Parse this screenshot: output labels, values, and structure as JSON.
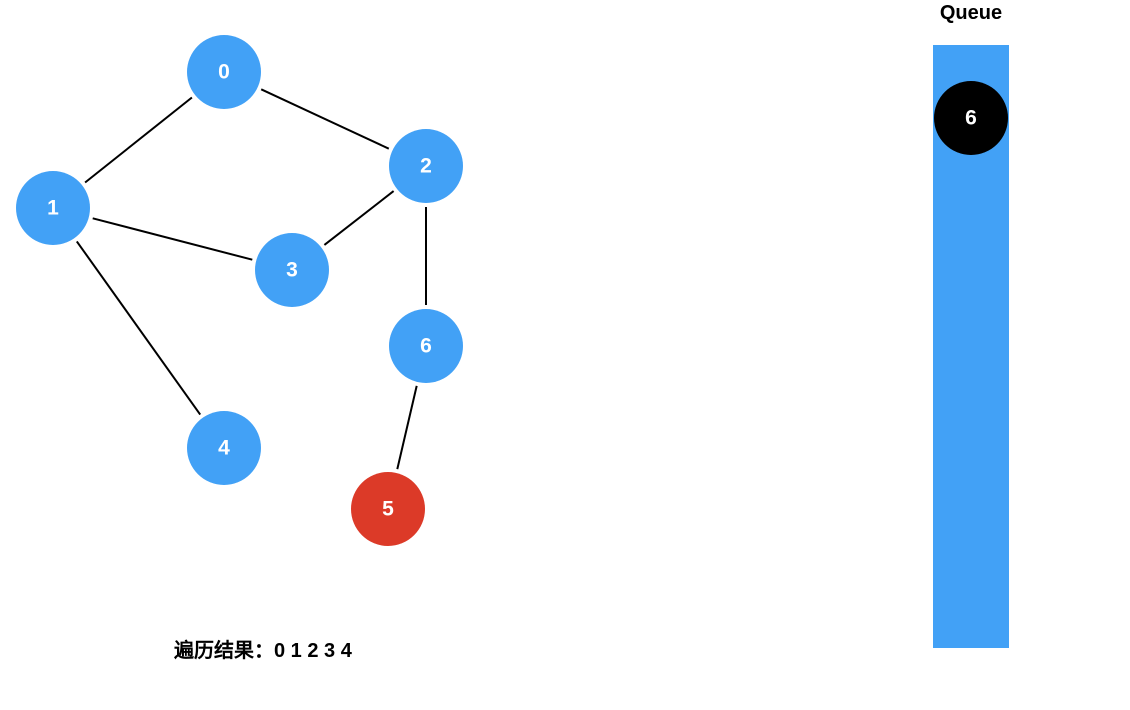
{
  "graph": {
    "nodes": [
      {
        "id": "0",
        "state": "default"
      },
      {
        "id": "1",
        "state": "default"
      },
      {
        "id": "2",
        "state": "default"
      },
      {
        "id": "3",
        "state": "default"
      },
      {
        "id": "4",
        "state": "default"
      },
      {
        "id": "5",
        "state": "current"
      },
      {
        "id": "6",
        "state": "default"
      }
    ],
    "edges": [
      [
        "0",
        "1"
      ],
      [
        "0",
        "2"
      ],
      [
        "1",
        "3"
      ],
      [
        "1",
        "4"
      ],
      [
        "2",
        "3"
      ],
      [
        "2",
        "6"
      ],
      [
        "6",
        "5"
      ]
    ]
  },
  "queue": {
    "title": "Queue",
    "items": [
      "6"
    ]
  },
  "result": {
    "label": "遍历结果：",
    "sequence": "0 1 2 3 4"
  },
  "colors": {
    "node_default": "#42a1f6",
    "node_current": "#dc3a28",
    "queue_bar": "#42a1f6",
    "queue_item": "#000000",
    "edge": "#000000",
    "label": "#ffffff"
  }
}
